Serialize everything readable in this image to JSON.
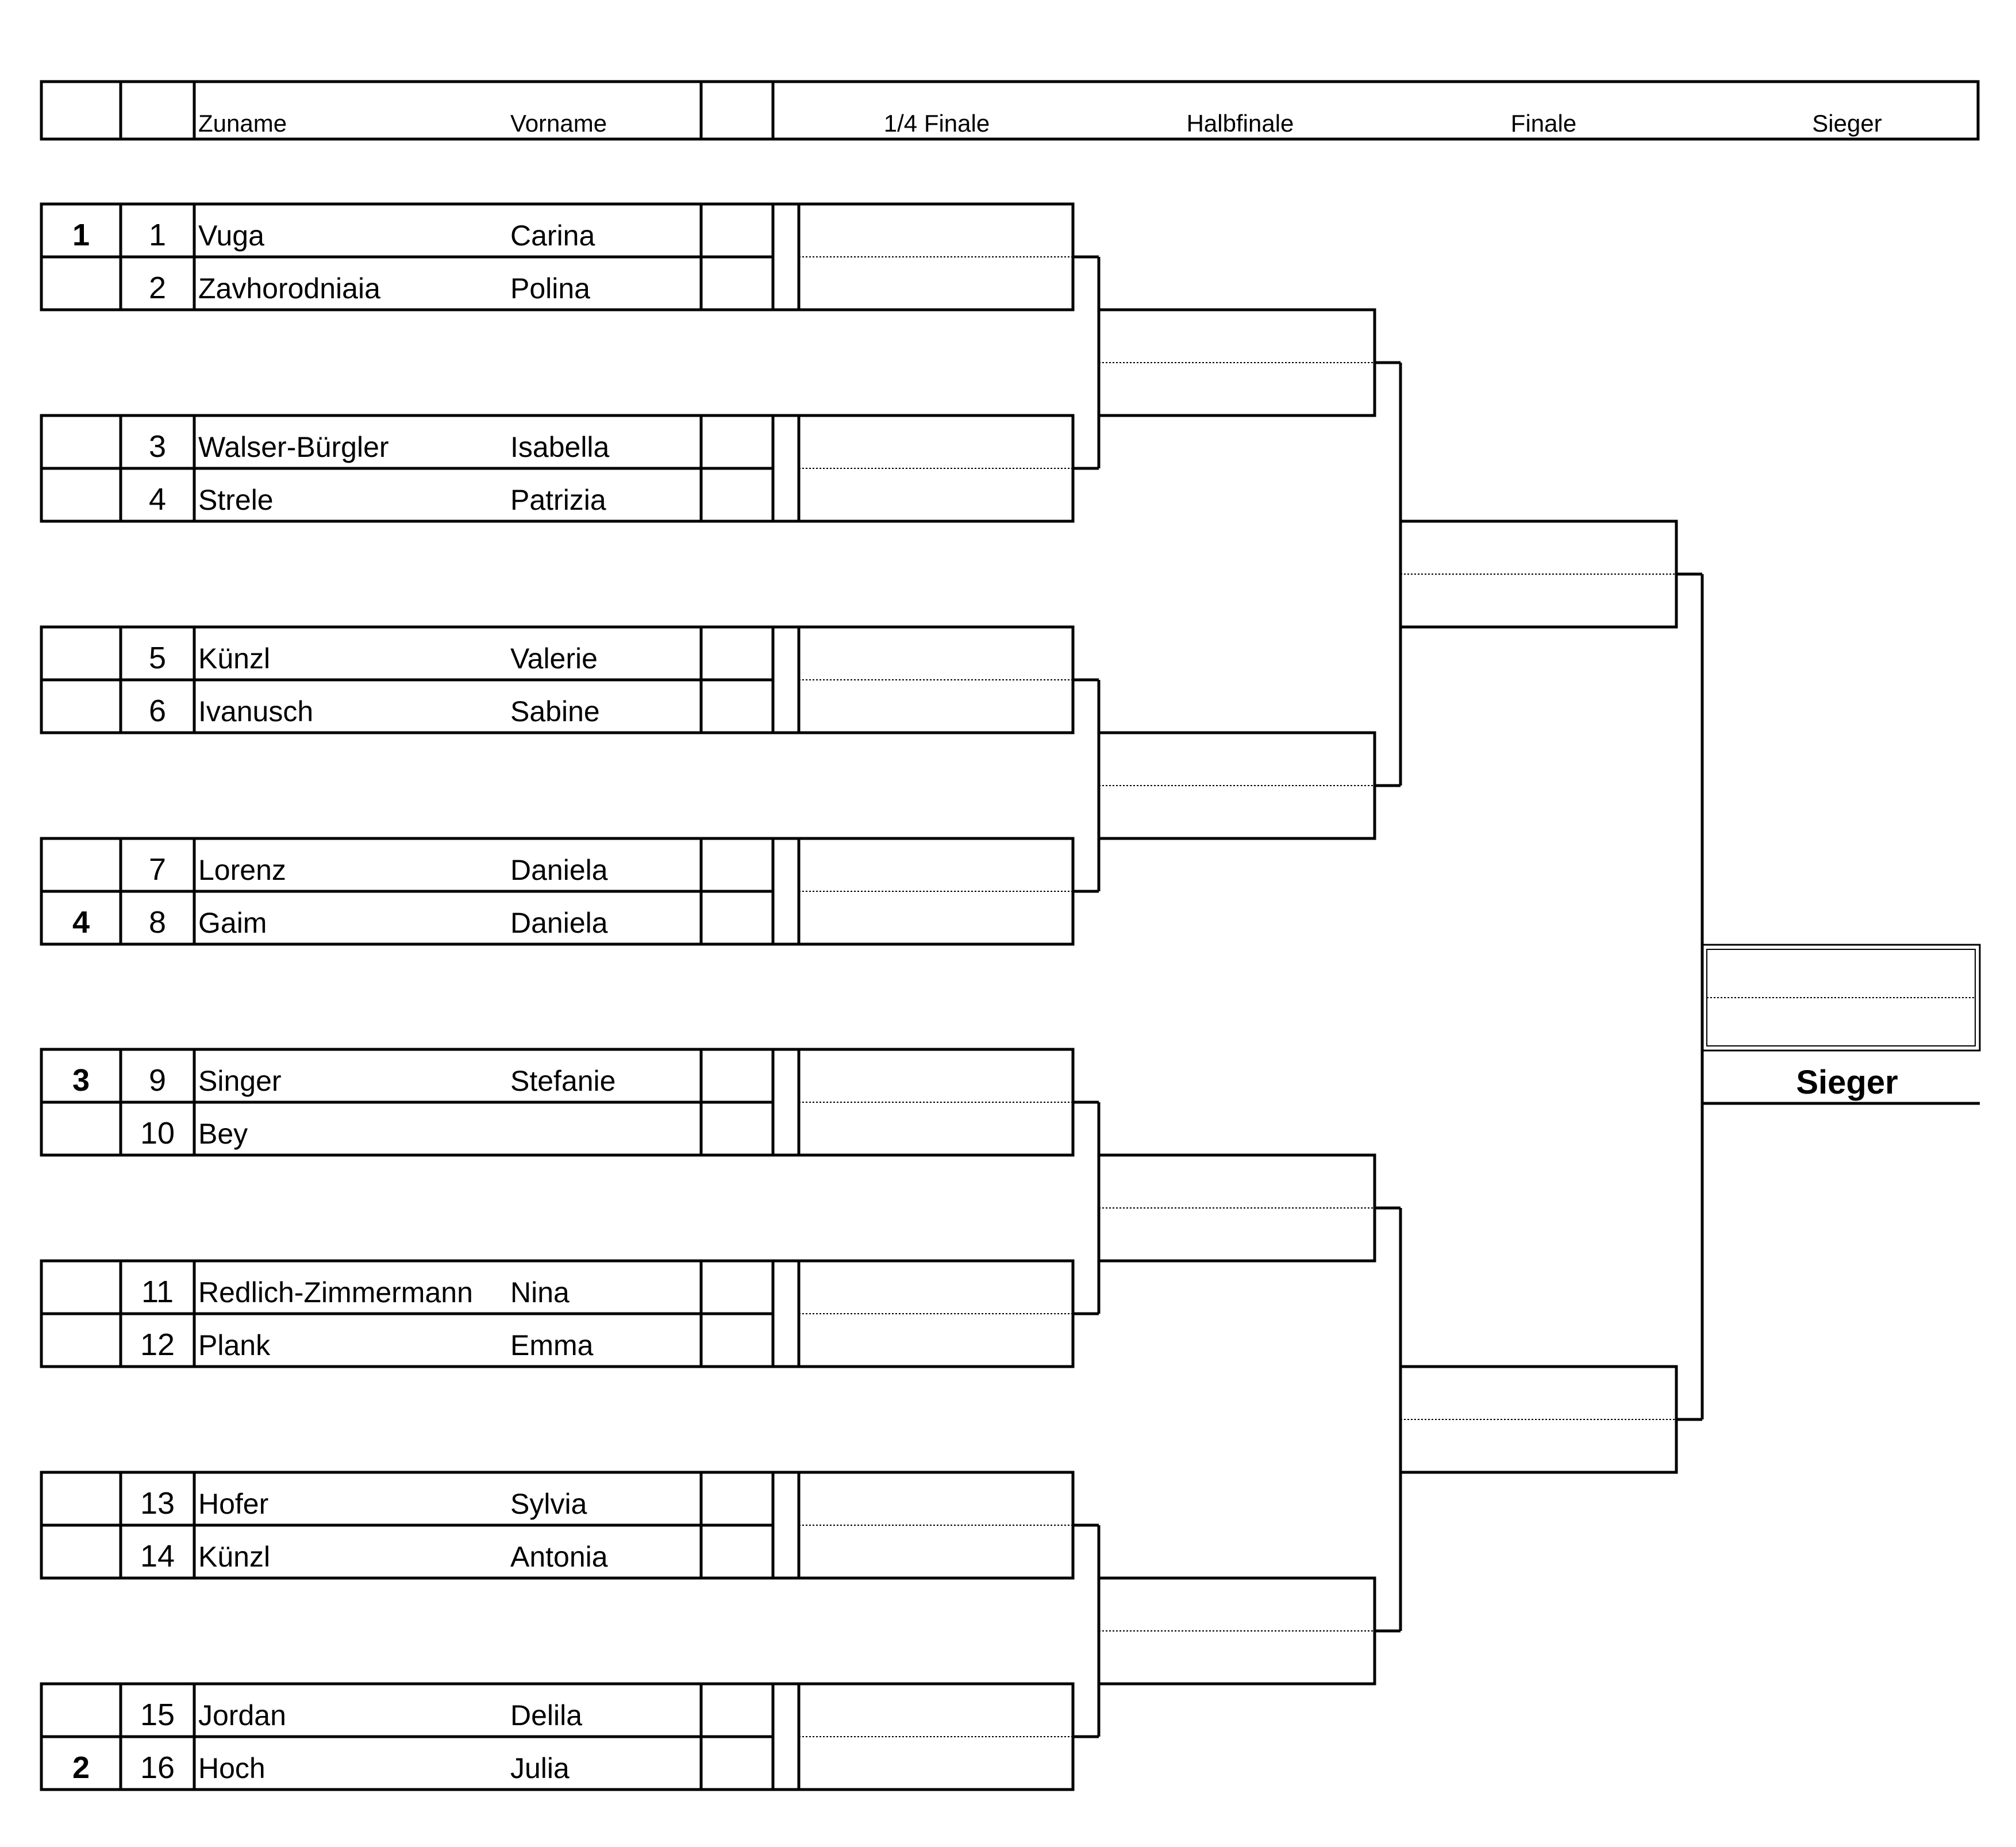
{
  "header": {
    "zuname_label": "Zuname",
    "vorname_label": "Vorname",
    "rounds": [
      "1/4 Finale",
      "Halbfinale",
      "Finale",
      "Sieger"
    ]
  },
  "players": [
    {
      "num": "1",
      "seed": "1",
      "zuname": "Vuga",
      "vorname": "Carina"
    },
    {
      "num": "2",
      "seed": "",
      "zuname": "Zavhorodniaia",
      "vorname": "Polina"
    },
    {
      "num": "3",
      "seed": "",
      "zuname": "Walser-Bürgler",
      "vorname": "Isabella"
    },
    {
      "num": "4",
      "seed": "",
      "zuname": "Strele",
      "vorname": "Patrizia"
    },
    {
      "num": "5",
      "seed": "",
      "zuname": "Künzl",
      "vorname": "Valerie"
    },
    {
      "num": "6",
      "seed": "",
      "zuname": "Ivanusch",
      "vorname": "Sabine"
    },
    {
      "num": "7",
      "seed": "",
      "zuname": "Lorenz",
      "vorname": "Daniela"
    },
    {
      "num": "8",
      "seed": "4",
      "zuname": "Gaim",
      "vorname": "Daniela"
    },
    {
      "num": "9",
      "seed": "3",
      "zuname": "Singer",
      "vorname": "Stefanie"
    },
    {
      "num": "10",
      "seed": "",
      "zuname": "Bey",
      "vorname": ""
    },
    {
      "num": "11",
      "seed": "",
      "zuname": "Redlich-Zimmermann",
      "vorname": "Nina"
    },
    {
      "num": "12",
      "seed": "",
      "zuname": "Plank",
      "vorname": "Emma"
    },
    {
      "num": "13",
      "seed": "",
      "zuname": "Hofer",
      "vorname": "Sylvia"
    },
    {
      "num": "14",
      "seed": "",
      "zuname": "Künzl",
      "vorname": "Antonia"
    },
    {
      "num": "15",
      "seed": "",
      "zuname": "Jordan",
      "vorname": "Delila"
    },
    {
      "num": "16",
      "seed": "2",
      "zuname": "Hoch",
      "vorname": "Julia"
    }
  ],
  "winner_label": "Sieger"
}
